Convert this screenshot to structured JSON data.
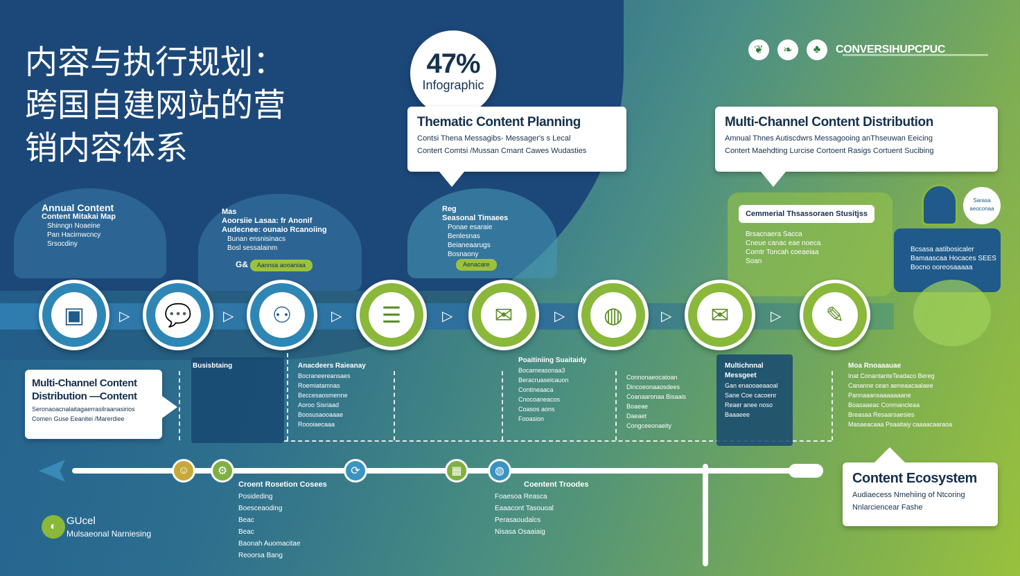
{
  "title": {
    "line1": "内容与执行规划：",
    "line2": "跨国自建网站的营",
    "line3": "销内容体系"
  },
  "stat": {
    "value": "47%",
    "label": "Infographic"
  },
  "logo": {
    "text": "CONVERSIHUPCPUC"
  },
  "cards": {
    "thematic": {
      "title": "Thematic Content Planning",
      "line1": "Contsi Thena Messagibs- Messager's s Lecal",
      "line2": "Contert Comtsi /Mussan Cmant Cawes Wudasties"
    },
    "multichannel_top": {
      "title": "Multi-Channel Content Distribution",
      "line1": "Amnual Thnes Autiscdwrs Messagooing anThseuwan Eeicing",
      "line2": "Contert Maehdting Lurcise Cortoent Rasigs Cortuent Sucibing"
    },
    "multichannel_left": {
      "title1": "Multi-Channel Content",
      "title2": "Distribution —Content",
      "line1": "Seronaoacnalaitagaerrasilraanasirios",
      "line2": "Comen Guse Eeanitei /Marerdiee"
    },
    "ecosystem": {
      "title": "Content Ecosystem",
      "line1": "Audiaecess Nmehiing of Ntcoring",
      "line2": "Nnlarciencear Fashe"
    }
  },
  "clouds": {
    "annual": {
      "title": "Annual Content",
      "sub": "Content Mitakai Map",
      "items": [
        "Shinngn Noaeine",
        "Pan Hacirnwcncy",
        "Srsocdiny"
      ]
    },
    "audience": {
      "title": "Mas",
      "sub": "Aoorsiie Lasaa: fr Anonif",
      "sub2": "Audecnee: ounaio Rcanoiing",
      "items": [
        "Bunan ensnisinacs",
        "Bosl sessalainm"
      ],
      "tag": "G&",
      "pill": "Aannsa aooaniaa"
    },
    "campaign": {
      "title": "Reg",
      "sub": "Seasonal Timaees",
      "items": [
        "Ponae esaraie",
        "Benlesnas",
        "Beianeaarugs",
        "Bosnaony"
      ],
      "pill": "Aenacare"
    },
    "conversion": {
      "tag": "Cemmerial Thsassoraen Stusitjss",
      "items": [
        "Brsacnaera Sacca",
        "Cneue canac eae noeca",
        "Comtr Toncah coeaeiaa",
        "Soan"
      ]
    },
    "right_panel": {
      "items": [
        "Bcsasa aatibosicaler",
        "Bamaascaa Hocaces SEES",
        "Bocno ooreosaaaaa"
      ],
      "badge": "Sarasa aeoconaa"
    }
  },
  "lower": {
    "col1": {
      "title": "Busisbtaing"
    },
    "col2": {
      "title": "Anacdeers Raieanay",
      "items": [
        "Bocraneereansaes",
        "Roemiatamnas",
        "Beccesaosmenne",
        "Aoroo Sisriaad",
        "Boosusaooaaae",
        "Roooiaecaaa"
      ]
    },
    "col3": {
      "title": "Poaitiniing Suaitaidy",
      "items": [
        "Bocameasonaa3",
        "Beracruaseicauon",
        "Contineaaca",
        "Cnocoaneacos",
        "Coasos aons",
        "Fooasion"
      ]
    },
    "col4": {
      "items": [
        "Connonaeocatoan",
        "Dincoeonaaosdees",
        "Coanaaronaa Bisaais",
        "Boaeae",
        "Daeaet",
        "Congceeonaeity"
      ]
    },
    "col5": {
      "title": "Multichnnal Messgeet",
      "items": [
        "Gan enaooaeaaoal",
        "Sane Coe cacoenr",
        "Reaer anee noso",
        "Baaaeee"
      ]
    },
    "col6": {
      "title": "Moa Rnoaaauae",
      "items": [
        "Inat ConantanteTeadaco Bereg",
        "Cananne cean aeneaacaalaee",
        "Pannaaansaaaaaaane",
        "Boasaaeac Conmancleaa",
        "Breasaa Resaarsaesies",
        "Masaeacaaa Psaaitaiy caaaacaaraoa"
      ]
    }
  },
  "bottom": {
    "col_a": {
      "title": "Croent Rosetion Cosees",
      "items": [
        "Posideding",
        "Boesceaoding",
        "Beac",
        "Beac",
        "Baonah Auomacitae",
        "Reoorsa Bang"
      ]
    },
    "col_b": {
      "title": "Coentent Troodes",
      "items": [
        "Foaesoa Reasca",
        "Eaaacont Tasouoal",
        "Perasaoudalcs",
        "Nisasa Osaaiaig"
      ]
    }
  },
  "global": {
    "line1": "GUcel",
    "line2": "Mulsaeonal Narniesing"
  },
  "colors": {
    "navy": "#1c4879",
    "accent_green": "#8ab83a",
    "accent_blue": "#2e86b5"
  },
  "icons": {
    "nodes": [
      "cube-icon",
      "chat-bubble-icon",
      "people-group-icon",
      "document-list-icon",
      "message-icon",
      "globe-icon",
      "envelope-icon",
      "edit-icon"
    ],
    "rail": [
      "chat-icon",
      "network-icon",
      "share-icon",
      "image-icon",
      "globe-icon"
    ]
  }
}
